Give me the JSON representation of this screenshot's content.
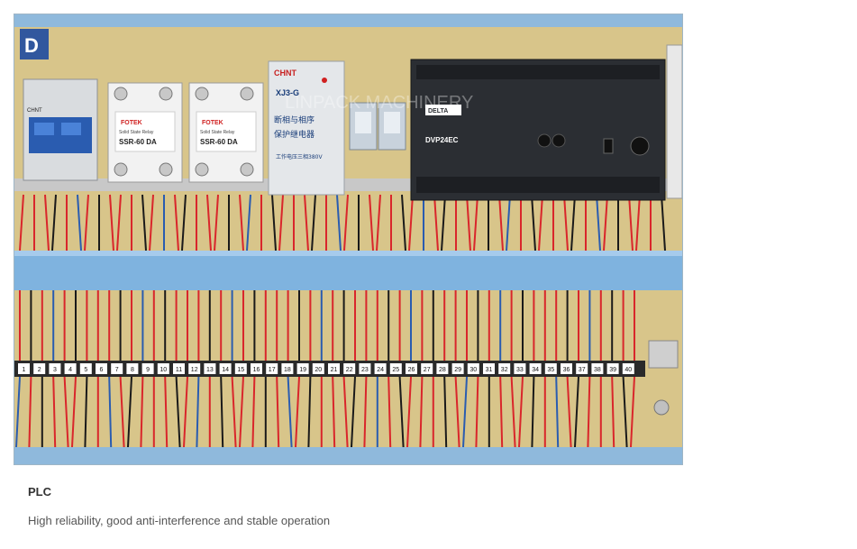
{
  "product": {
    "title": "PLC",
    "description": "High reliability, good anti-interference and stable operation"
  },
  "photo": {
    "watermark": "LINPACK MACHINERY",
    "contactor": {
      "brand": "CHNT"
    },
    "ssr": [
      {
        "brand": "FOTEK",
        "model": "SSR-60 DA",
        "type": "Solid State Relay"
      },
      {
        "brand": "FOTEK",
        "model": "SSR-60 DA",
        "type": "Solid State Relay"
      }
    ],
    "phase_relay": {
      "brand": "CHNT",
      "model": "XJ3-G",
      "label_line1": "断相与相序",
      "label_line2": "保护继电器",
      "voltage": "工作电压三相380V"
    },
    "plc": {
      "brand": "DELTA",
      "model": "DVP24EC"
    },
    "terminal_numbers": [
      "1",
      "2",
      "3",
      "4",
      "5",
      "6",
      "7",
      "8",
      "9",
      "10",
      "11",
      "12",
      "13",
      "14",
      "15",
      "16",
      "17",
      "18",
      "19",
      "20",
      "21",
      "22",
      "23",
      "24",
      "25",
      "26",
      "27",
      "28",
      "29",
      "30",
      "31",
      "32",
      "33",
      "34",
      "35",
      "36",
      "37",
      "38",
      "39",
      "40"
    ]
  },
  "colors": {
    "panel": "#d8c58a",
    "duct": "#7fb3df",
    "wire_red": "#d9262b",
    "plc_body": "#2b2e33"
  }
}
